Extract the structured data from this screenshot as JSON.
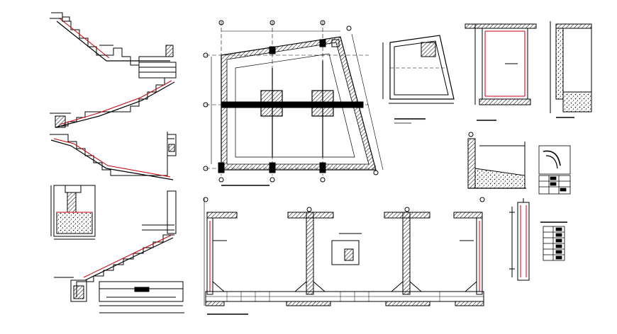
{
  "drawing": {
    "title_block_text": "",
    "labels_visible": false,
    "colors": {
      "background": "#ffffff",
      "linework": "#000000",
      "rebar_red": "#c8000a",
      "hatch": "#000000",
      "muted": "#555555"
    },
    "views": [
      {
        "name": "stair-section-1",
        "kind": "stair section"
      },
      {
        "name": "stair-section-2",
        "kind": "stair section"
      },
      {
        "name": "stair-section-3",
        "kind": "stair section"
      },
      {
        "name": "footing-detail",
        "kind": "footing section"
      },
      {
        "name": "floor-plan",
        "kind": "foundation plan"
      },
      {
        "name": "small-plan",
        "kind": "plan detail"
      },
      {
        "name": "tank-section",
        "kind": "section"
      },
      {
        "name": "wall-section",
        "kind": "section"
      },
      {
        "name": "retaining-detail",
        "kind": "section"
      },
      {
        "name": "rebar-schedule",
        "kind": "table"
      },
      {
        "name": "long-section",
        "kind": "longitudinal section"
      },
      {
        "name": "column-detail",
        "kind": "section"
      },
      {
        "name": "legend-table",
        "kind": "table"
      }
    ]
  }
}
